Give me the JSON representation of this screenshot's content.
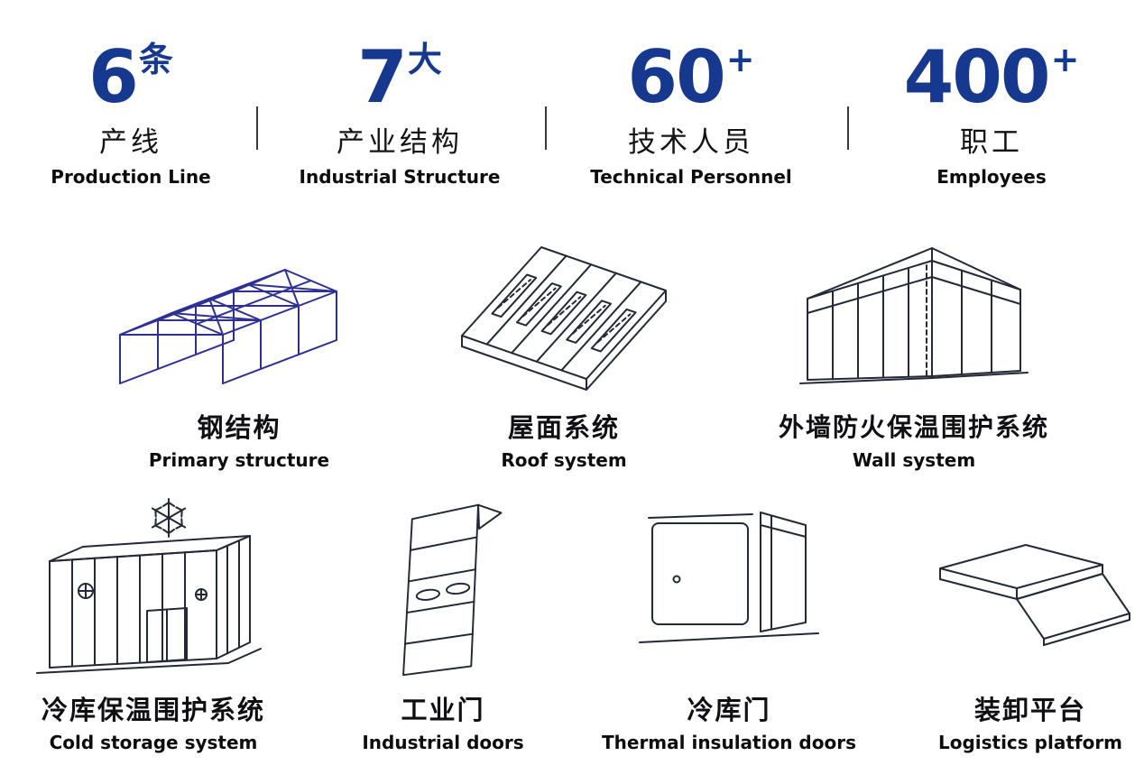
{
  "colors": {
    "accent_blue": "#16398f",
    "art_ink": "#232936",
    "art_steel_blue": "#2e3192",
    "text": "#111111",
    "background": "#ffffff"
  },
  "stats": [
    {
      "number": "6",
      "suffix": "条",
      "label_zh": "产线",
      "label_en": "Production Line"
    },
    {
      "number": "7",
      "suffix": "大",
      "label_zh": "产业结构",
      "label_en": "Industrial Structure"
    },
    {
      "number": "60",
      "suffix": "+",
      "label_zh": "技术人员",
      "label_en": "Technical Personnel"
    },
    {
      "number": "400",
      "suffix": "+",
      "label_zh": "职工",
      "label_en": "Employees"
    }
  ],
  "products": {
    "row1": [
      {
        "icon": "steel-structure-icon",
        "label_zh": "钢结构",
        "label_en": "Primary structure"
      },
      {
        "icon": "roof-system-icon",
        "label_zh": "屋面系统",
        "label_en": "Roof system"
      },
      {
        "icon": "wall-system-icon",
        "label_zh": "外墙防火保温围护系统",
        "label_en": "Wall system"
      }
    ],
    "row2": [
      {
        "icon": "cold-storage-icon",
        "label_zh": "冷库保温围护系统",
        "label_en": "Cold storage system"
      },
      {
        "icon": "industrial-door-icon",
        "label_zh": "工业门",
        "label_en": "Industrial doors"
      },
      {
        "icon": "thermal-door-icon",
        "label_zh": "冷库门",
        "label_en": "Thermal insulation doors"
      },
      {
        "icon": "loading-platform-icon",
        "label_zh": "装卸平台",
        "label_en": "Logistics platform"
      }
    ]
  }
}
